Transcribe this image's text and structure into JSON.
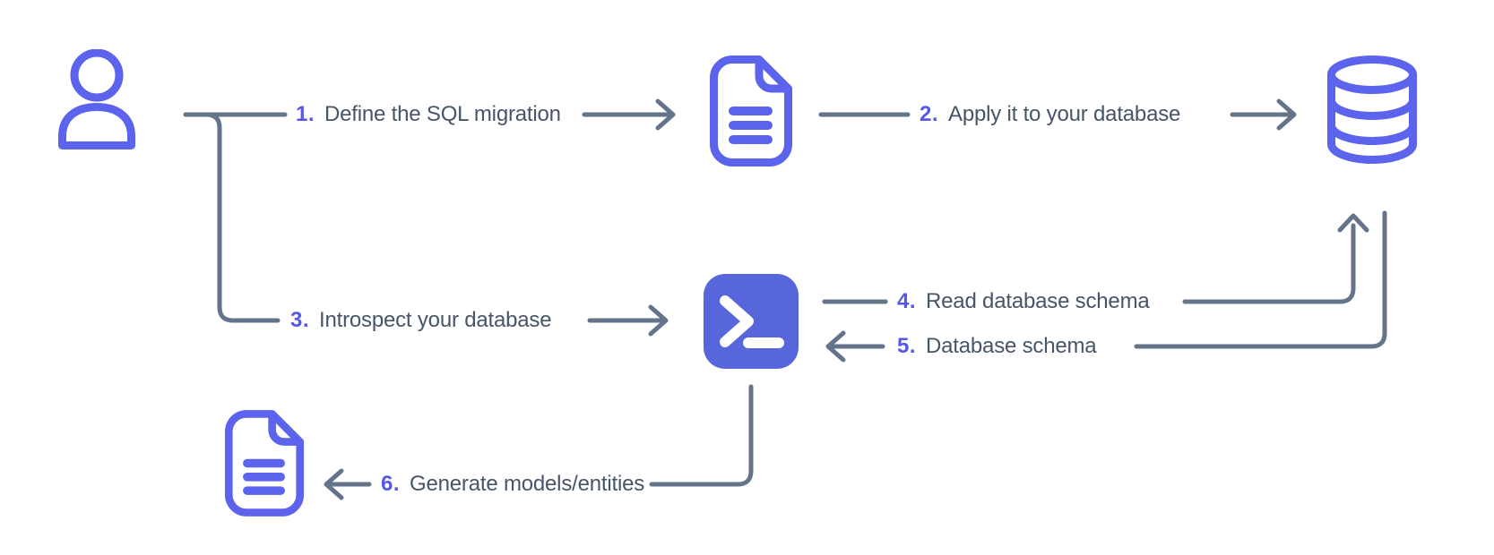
{
  "colors": {
    "accent": "#5457E8",
    "icon": "#5C63EC",
    "terminal_bg": "#5866DC",
    "connector": "#64748B",
    "label_text": "#475569",
    "background": "#ffffff"
  },
  "nodes": {
    "user": {
      "icon": "user-icon"
    },
    "migration_file": {
      "icon": "file-text-icon"
    },
    "database": {
      "icon": "database-icon"
    },
    "terminal": {
      "icon": "terminal-icon"
    },
    "models_file": {
      "icon": "file-text-icon"
    }
  },
  "steps": [
    {
      "number": "1.",
      "label": "Define the SQL migration"
    },
    {
      "number": "2.",
      "label": "Apply it to your database"
    },
    {
      "number": "3.",
      "label": "Introspect your database"
    },
    {
      "number": "4.",
      "label": "Read database schema"
    },
    {
      "number": "5.",
      "label": "Database schema"
    },
    {
      "number": "6.",
      "label": "Generate models/entities"
    }
  ]
}
